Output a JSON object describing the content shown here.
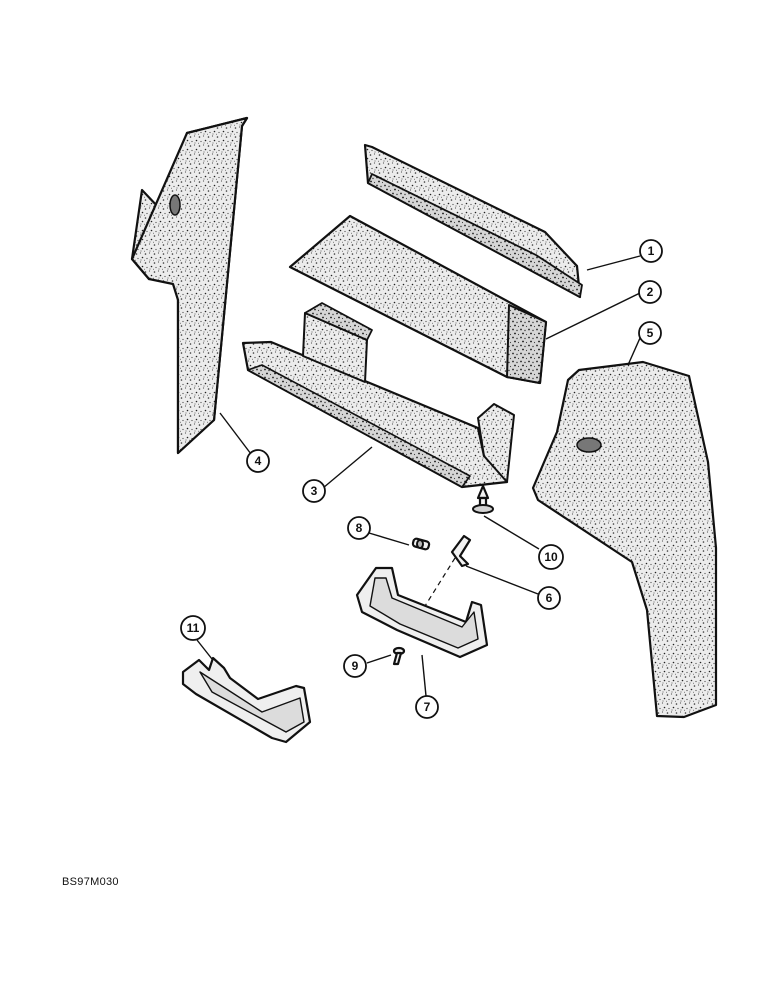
{
  "drawing_code": "BS97M030",
  "callouts": [
    "1",
    "2",
    "3",
    "4",
    "5",
    "6",
    "7",
    "8",
    "9",
    "10",
    "11"
  ],
  "colors": {
    "line": "#111111",
    "fill": "#e6e6e6",
    "background": "#ffffff"
  }
}
